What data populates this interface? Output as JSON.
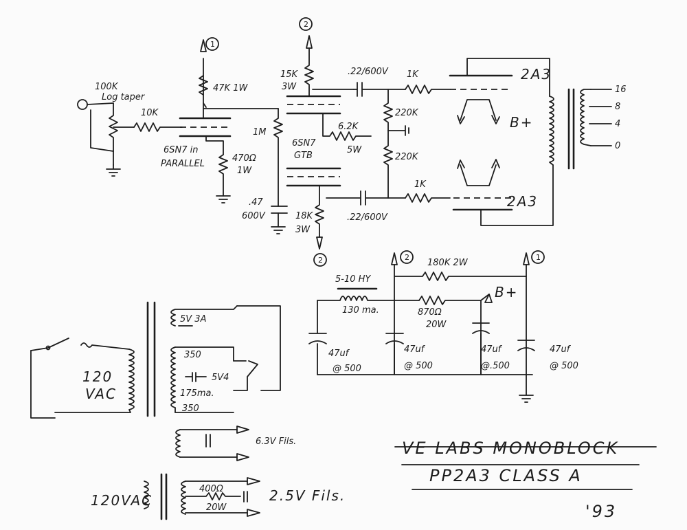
{
  "labels": {
    "pot": [
      "100K",
      "Log taper"
    ],
    "r_grid_in": "10K",
    "r_plate_load": "47K 1W",
    "driver_tube": [
      "6SN7 in",
      "PARALLEL"
    ],
    "r_cathode_driver": [
      "470Ω",
      "1W"
    ],
    "r_pi_plate": [
      "15K",
      "3W"
    ],
    "r_pi_cathode": [
      "18K",
      "3W"
    ],
    "pi_tube": [
      "6SN7",
      "GTB"
    ],
    "r_1m": "1M",
    "r_6k2": [
      "6.2K",
      "5W"
    ],
    "cap_bypass": [
      ".47",
      "600V"
    ],
    "cap_coupling_top": ".22/600V",
    "cap_coupling_bot": ".22/600V",
    "r_1k_top": "1K",
    "r_1k_bot": "1K",
    "r_220k_top": "220K",
    "r_220k_bot": "220K",
    "tube_top": "2A3",
    "tube_bot": "2A3",
    "bplus_main": "B+",
    "out_taps": [
      "16",
      "8",
      "4",
      "0"
    ],
    "choke": [
      "5-10 HY",
      "130 ma."
    ],
    "r_180k": "180K 2W",
    "r_870": [
      "870Ω",
      "20W"
    ],
    "bplus_ps": "B+",
    "caps_ps": [
      [
        "47uf",
        "@ 500"
      ],
      [
        "47uf",
        "@ 500"
      ],
      [
        "47uf",
        "@.500"
      ],
      [
        "47uf",
        "@ 500"
      ]
    ],
    "ps_pri": [
      "120",
      "VAC"
    ],
    "ps_sec": [
      "5V 3A",
      "350",
      "5V4",
      "175ma.",
      "350"
    ],
    "fil_63": "6.3V Fils.",
    "fil_pri": "120VAC",
    "fil_r": [
      "400Ω",
      "20W"
    ],
    "fil_25": "2.5V Fils."
  },
  "nodes": [
    "1",
    "2"
  ],
  "title": {
    "line1": "VE LABS MONOBLOCK",
    "line2": "PP2A3 CLASS A",
    "year": "'93"
  }
}
